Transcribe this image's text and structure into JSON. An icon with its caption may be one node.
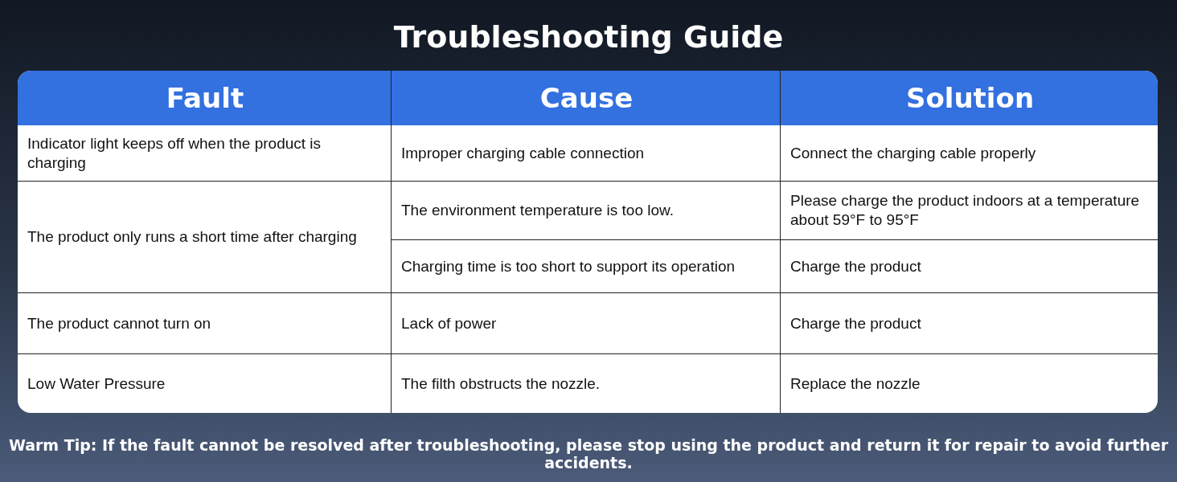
{
  "diagram": {
    "title": "Troubleshooting Guide",
    "labels": [
      "Fault",
      "Cause",
      "Solution",
      "Indicator light keeps off when the product is charging",
      "Improper charging cable connection",
      "Connect the charging cable properly",
      "The product only runs a short time after charging",
      "The environment temperature is too low.",
      "Please charge the product indoors at a temperature about 59°F to 95°F",
      "Charging time is too short to support its operation",
      "Charge the product",
      "The product cannot turn on",
      "Lack of power",
      "Charge the product",
      "Low Water Pressure",
      "The filth obstructs the nozzle.",
      "Replace the nozzle"
    ],
    "caption": "Warm Tip: If the fault cannot be resolved after troubleshooting, please stop using the product and return it for repair to avoid further accidents."
  }
}
